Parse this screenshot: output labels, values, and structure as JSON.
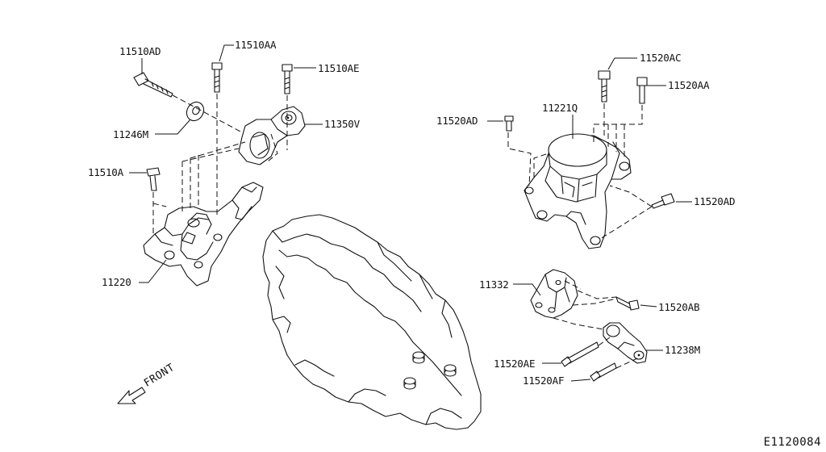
{
  "labels": {
    "p_11510AD": "11510AD",
    "p_11510AA": "11510AA",
    "p_11510AE": "11510AE",
    "p_11246M": "11246M",
    "p_11350V": "11350V",
    "p_11510A": "11510A",
    "p_11220": "11220",
    "p_11520AC": "11520AC",
    "p_11520AA": "11520AA",
    "p_11221Q": "11221Q",
    "p_11520AD_top": "11520AD",
    "p_11520AD_right": "11520AD",
    "p_11332": "11332",
    "p_11520AB": "11520AB",
    "p_11238M": "11238M",
    "p_11520AE": "11520AE",
    "p_11520AF": "11520AF"
  },
  "front_label": "FRONT",
  "diagram_code": "E1120084",
  "colors": {
    "line": "#111111",
    "background": "#ffffff"
  }
}
